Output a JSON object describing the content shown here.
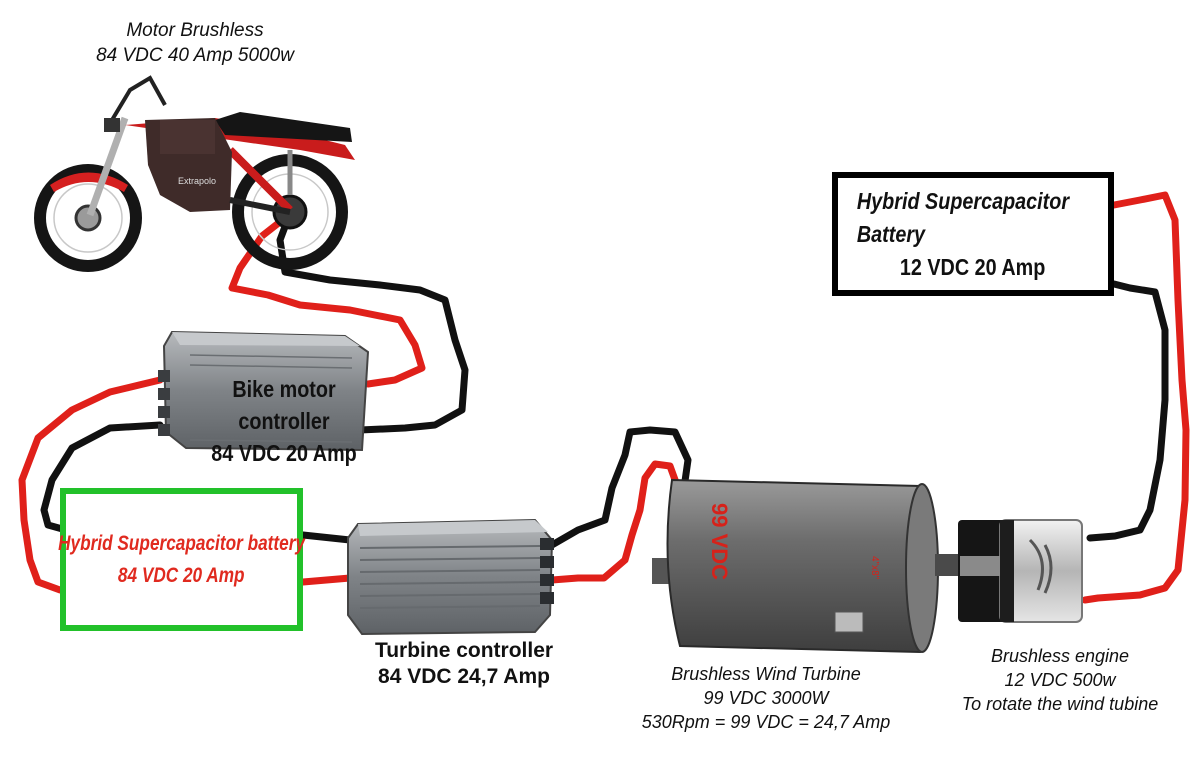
{
  "labels": {
    "motor_title": "Motor Brushless",
    "motor_spec": "84 VDC 40 Amp 5000w",
    "bike_controller_title": "Bike motor controller",
    "bike_controller_spec": "84 VDC 20 Amp",
    "hybrid_top_title": "Hybrid Supercapacitor Battery",
    "hybrid_top_spec": "12 VDC 20 Amp",
    "hybrid_bottom_title": "Hybrid Supercapacitor battery",
    "hybrid_bottom_spec": "84 VDC 20 Amp",
    "turbine_controller_title": "Turbine controller",
    "turbine_controller_spec": "84 VDC 24,7 Amp",
    "turbine_title": "Brushless Wind Turbine",
    "turbine_spec": "99 VDC 3000W",
    "turbine_rpm": "530Rpm = 99 VDC = 24,7 Amp",
    "turbine_body_text": "99 VDC",
    "engine_title": "Brushless engine",
    "engine_spec": "12  VDC 500w",
    "engine_note": "To rotate the wind tubine"
  },
  "colors": {
    "wire_positive": "#e0201a",
    "wire_negative": "#111111",
    "green_border": "#22c12a",
    "controller_metal": "#8c8f93"
  }
}
